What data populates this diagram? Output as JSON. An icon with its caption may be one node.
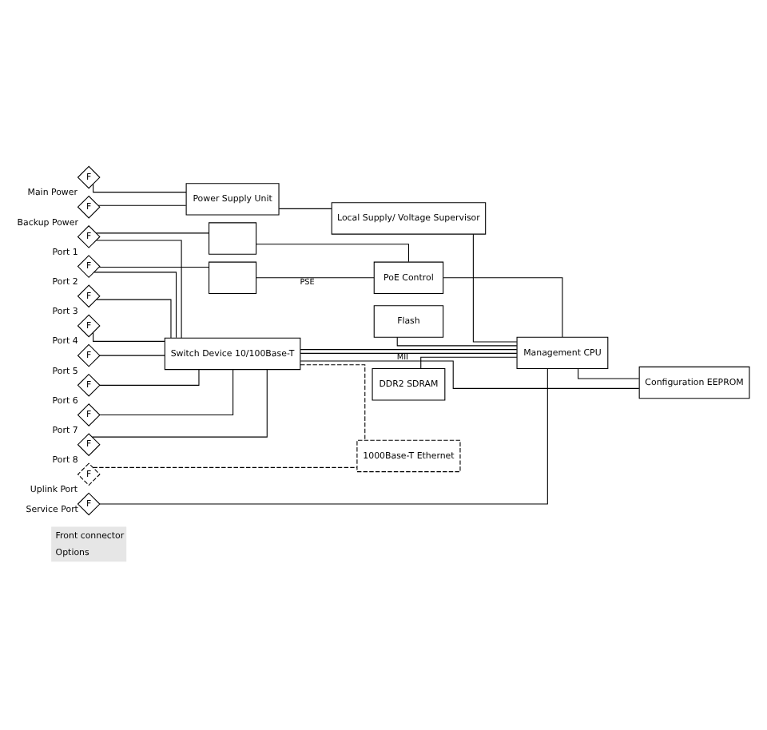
{
  "diagram": {
    "nodes": [
      {
        "text": [
          "F"
        ],
        "beside": [
          "Main Power"
        ]
      },
      {
        "text": [
          "F"
        ],
        "beside": [
          "Backup Power"
        ]
      },
      {
        "text": [
          "Power Supply Unit"
        ]
      },
      {
        "text": [
          "Local Supply/ Voltage Supervisor"
        ]
      },
      {
        "text": [],
        "shape": "box"
      },
      {
        "text": [],
        "shape": "box"
      },
      {
        "text": [
          "PoE Control"
        ]
      },
      {
        "text": [
          "F"
        ],
        "beside": [
          "Port 1"
        ]
      },
      {
        "text": [
          "F"
        ],
        "beside": [
          "Port 2"
        ]
      },
      {
        "text": [
          "F"
        ],
        "beside": [
          "Port 3"
        ]
      },
      {
        "text": [
          "F"
        ],
        "beside": [
          "Port 4"
        ]
      },
      {
        "text": [
          "F"
        ],
        "beside": [
          "Port 5"
        ]
      },
      {
        "text": [
          "F"
        ],
        "beside": [
          "Port 6"
        ]
      },
      {
        "text": [
          "F"
        ],
        "beside": [
          "Port 7"
        ]
      },
      {
        "text": [
          "F"
        ],
        "beside": [
          "Port 8"
        ]
      },
      {
        "text": [
          "Switch Device 10/100Base-T"
        ]
      },
      {
        "text": [
          "Management CPU"
        ]
      },
      {
        "text": [
          "Configuration EEPROM"
        ]
      },
      {
        "text": [
          "Flash"
        ]
      },
      {
        "text": [
          "1000Base-T Ethernet"
        ]
      },
      {
        "text": [
          "DDR2 SDRAM"
        ]
      },
      {
        "text": [
          "F"
        ],
        "beside": [
          "Uplink Port"
        ]
      },
      {
        "text": [
          "F"
        ],
        "beside": [
          "Service Port"
        ]
      }
    ],
    "edges": [
      {
        "from": 0,
        "to": 2,
        "arrow": "none"
      },
      {
        "from": 1,
        "to": 2,
        "arrow": "none"
      },
      {
        "from": 2,
        "to": 3,
        "arrow": "none"
      },
      {
        "from": 3,
        "to": 16,
        "arrow": "none"
      },
      {
        "from": 4,
        "to": 6,
        "arrow": "none"
      },
      {
        "from": 5,
        "to": 6,
        "arrow": "none",
        "label": "PSE"
      },
      {
        "from": 7,
        "to": 4,
        "arrow": "none"
      },
      {
        "from": 8,
        "to": 5,
        "arrow": "none"
      },
      {
        "from": 7,
        "to": 15,
        "arrow": "none"
      },
      {
        "from": 8,
        "to": 15,
        "arrow": "none"
      },
      {
        "from": 9,
        "to": 15,
        "arrow": "none"
      },
      {
        "from": 10,
        "to": 15,
        "arrow": "none"
      },
      {
        "from": 11,
        "to": 15,
        "arrow": "none"
      },
      {
        "from": 12,
        "to": 15,
        "arrow": "none"
      },
      {
        "from": 13,
        "to": 15,
        "arrow": "none"
      },
      {
        "from": 14,
        "to": 15,
        "arrow": "none"
      },
      {
        "from": 6,
        "to": 16,
        "arrow": "none"
      },
      {
        "from": 15,
        "to": 16,
        "arrow": "none",
        "label": "MII"
      },
      {
        "from": 15,
        "to": 16,
        "arrow": "none"
      },
      {
        "from": 15,
        "to": 17,
        "arrow": "none"
      },
      {
        "from": 16,
        "to": 17,
        "arrow": "none"
      },
      {
        "from": 18,
        "to": 16,
        "arrow": "none"
      },
      {
        "from": 20,
        "to": 16,
        "arrow": "none"
      },
      {
        "from": 15,
        "to": 19,
        "arrow": "none",
        "style": "dashed"
      },
      {
        "from": 21,
        "to": 19,
        "arrow": "none",
        "style": "dashed"
      },
      {
        "from": 22,
        "to": 16,
        "arrow": "none"
      }
    ],
    "legend": [
      {
        "text": "Front connector"
      },
      {
        "text": "Options"
      }
    ]
  }
}
